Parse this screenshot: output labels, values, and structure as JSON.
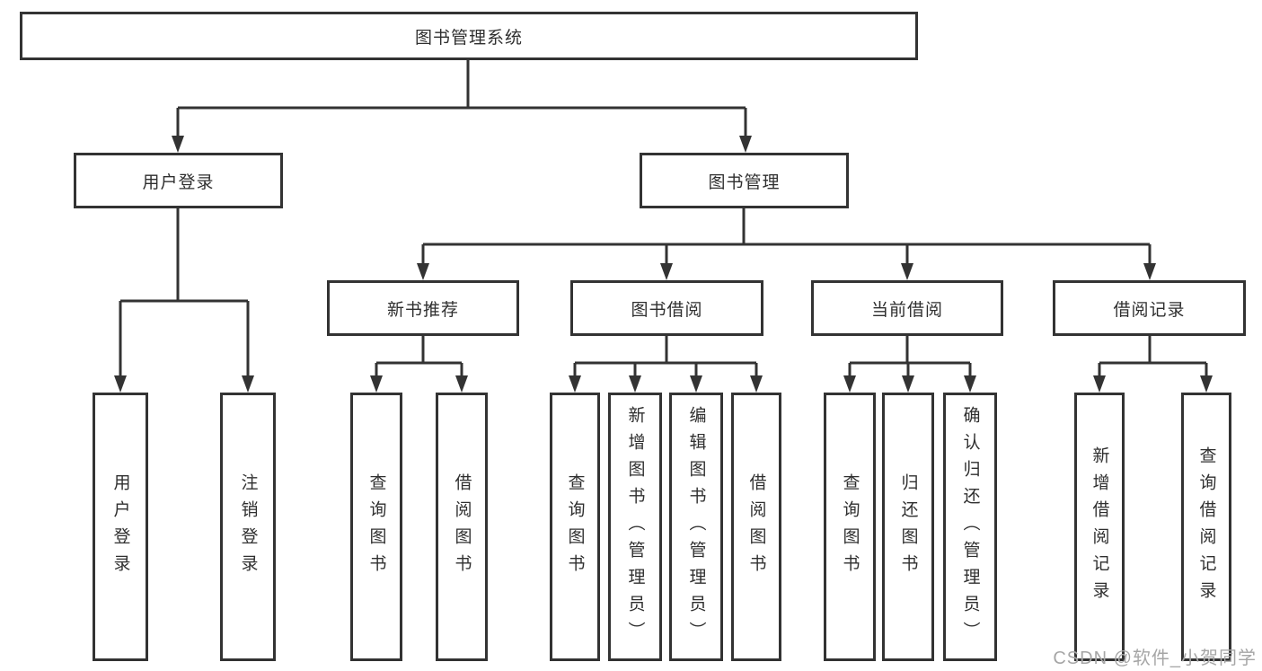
{
  "colors": {
    "line": "#333333",
    "box_border": "#333333",
    "text": "#2f2f2f",
    "watermark": "#a6a6a6",
    "background": "#ffffff"
  },
  "tree": {
    "root": {
      "label": "图书管理系统",
      "children": [
        {
          "label": "用户登录",
          "children": [
            {
              "label": "用户登录"
            },
            {
              "label": "注销登录"
            }
          ]
        },
        {
          "label": "图书管理",
          "children": [
            {
              "label": "新书推荐",
              "children": [
                {
                  "label": "查询图书"
                },
                {
                  "label": "借阅图书"
                }
              ]
            },
            {
              "label": "图书借阅",
              "children": [
                {
                  "label": "查询图书"
                },
                {
                  "label": "新增图书（管理员）"
                },
                {
                  "label": "编辑图书（管理员）"
                },
                {
                  "label": "借阅图书"
                }
              ]
            },
            {
              "label": "当前借阅",
              "children": [
                {
                  "label": "查询图书"
                },
                {
                  "label": "归还图书"
                },
                {
                  "label": "确认归还（管理员）"
                }
              ]
            },
            {
              "label": "借阅记录",
              "children": [
                {
                  "label": "新增借阅记录"
                },
                {
                  "label": "查询借阅记录"
                }
              ]
            }
          ]
        }
      ]
    }
  },
  "watermark": {
    "text": "CSDN @软件_小贺同学"
  }
}
